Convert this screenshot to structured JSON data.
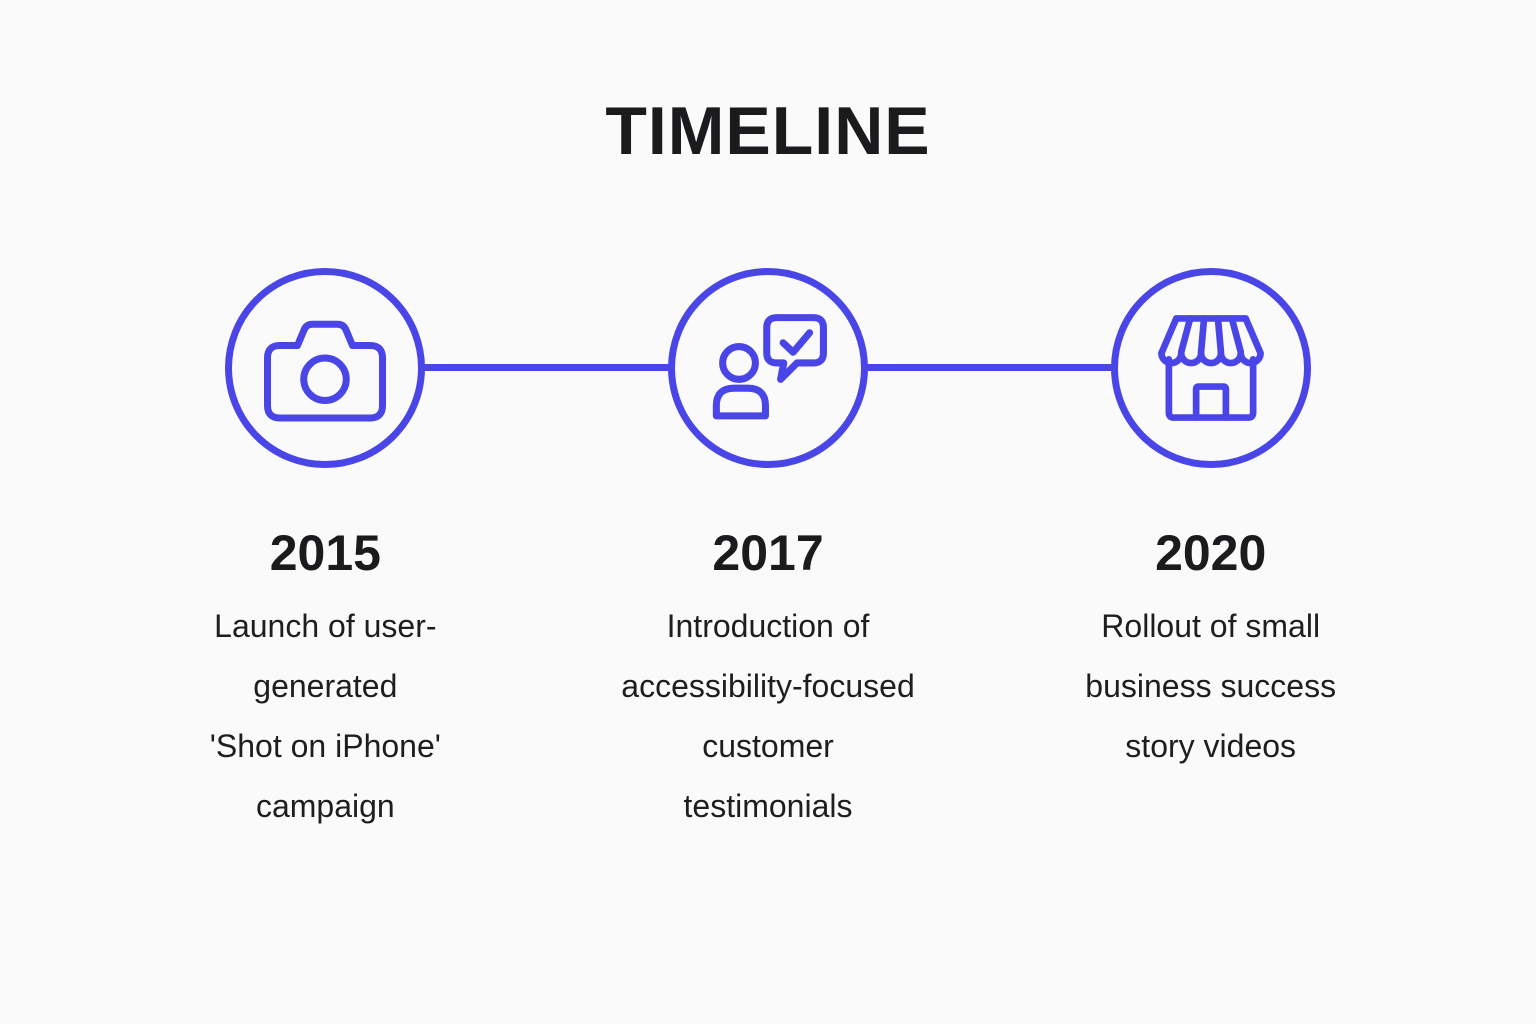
{
  "title": "TIMELINE",
  "colors": {
    "accent_blue": "#4A45E6",
    "background": "#FAFAFA",
    "text_dark": "#1B1B1E"
  },
  "milestones": [
    {
      "year": "2015",
      "description": "Launch of user-\ngenerated\n'Shot on iPhone'\ncampaign",
      "icon": "camera-icon"
    },
    {
      "year": "2017",
      "description": "Introduction of\naccessibility-focused\ncustomer\ntestimonials",
      "icon": "person-chat-check-icon"
    },
    {
      "year": "2020",
      "description": "Rollout of small\nbusiness success\nstory videos",
      "icon": "storefront-icon"
    }
  ]
}
